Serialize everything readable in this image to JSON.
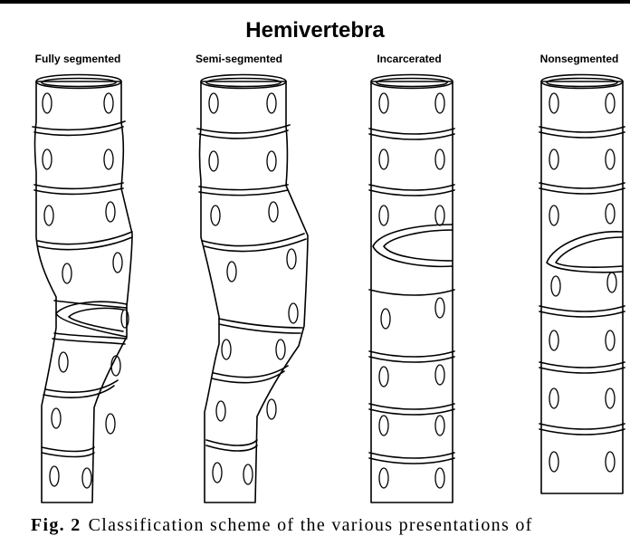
{
  "figure": {
    "title": "Hemivertebra",
    "panels": [
      {
        "label": "Fully segmented"
      },
      {
        "label": "Semi-segmented"
      },
      {
        "label": "Incarcerated"
      },
      {
        "label": "Nonsegmented"
      }
    ],
    "caption": {
      "number": "Fig. 2",
      "text": "Classification scheme of the various presentations of"
    }
  },
  "colors": {
    "ink": "#000000",
    "paper": "#ffffff"
  }
}
